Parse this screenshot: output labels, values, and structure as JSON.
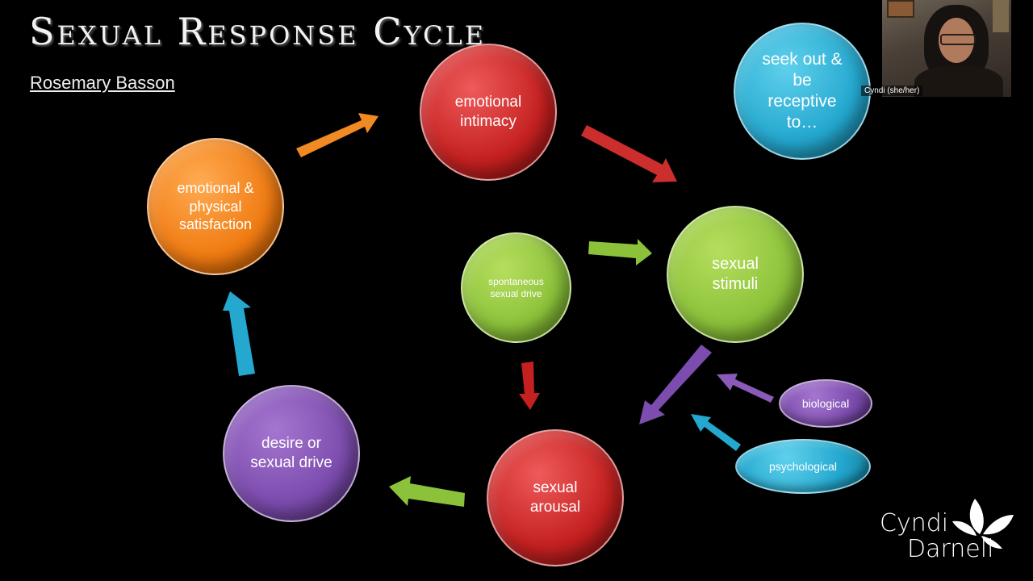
{
  "title": "Sexual Response Cycle",
  "subtitle": "Rosemary Basson",
  "nodes": {
    "emotional_intimacy": "emotional intimacy",
    "sexual_stimuli": "sexual stimuli",
    "sexual_arousal": "sexual arousal",
    "desire": "desire or sexual drive",
    "satisfaction": "emotional & physical satisfaction",
    "spontaneous": "spontaneous sexual drive",
    "seek_out": "seek out & be receptive to…",
    "biological": "biological",
    "psychological": "psychological"
  },
  "webcam": {
    "participant_name": "Cyndi (she/her)"
  },
  "logo": {
    "line1": "Cyndi",
    "line2": "Darnell"
  },
  "colors": {
    "orange": "#f07b12",
    "red": "#c42020",
    "green": "#8cc23a",
    "purple": "#7c4cae",
    "blue": "#24a8cf"
  }
}
